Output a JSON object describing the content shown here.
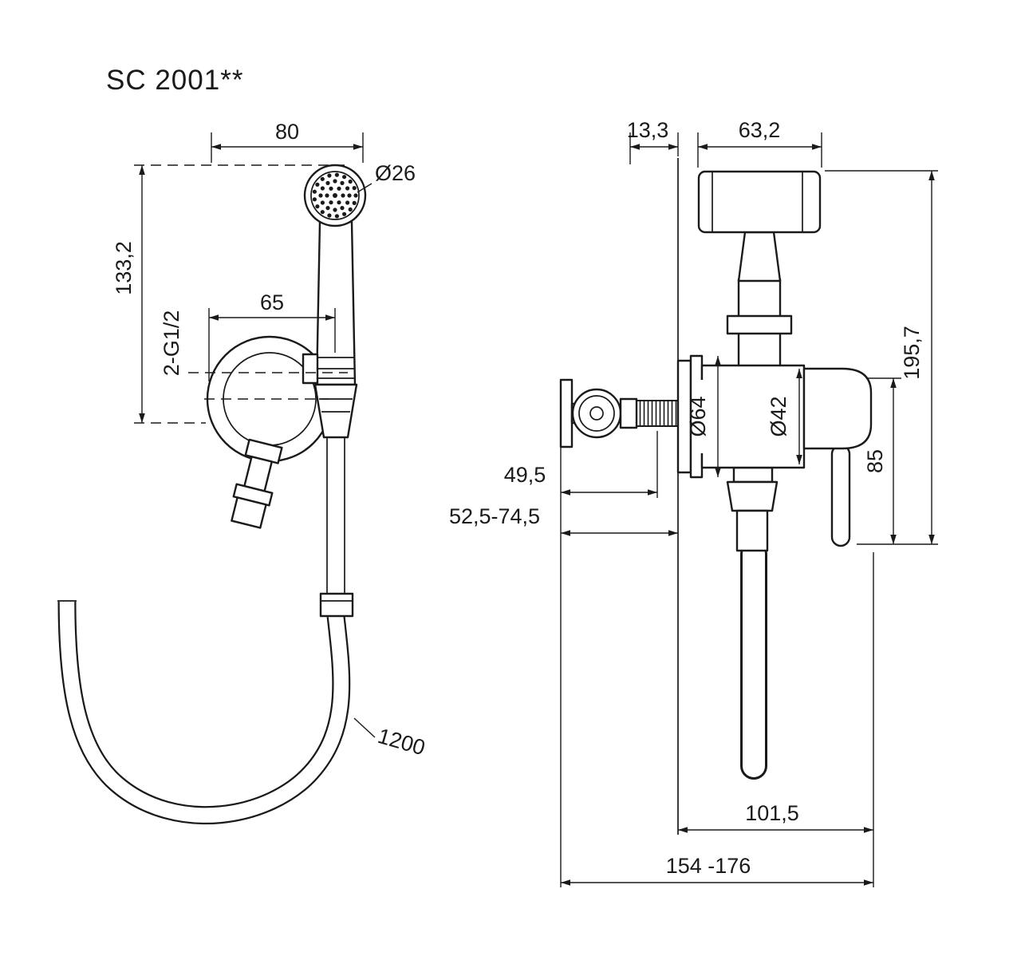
{
  "title": "SC 2001**",
  "front_view": {
    "dim_width": "80",
    "dim_head_diameter": "Ø26",
    "dim_height": "133,2",
    "dim_bracket_diameter": "65",
    "dim_thread": "2-G1/2",
    "dim_hose_length": "1200"
  },
  "side_view": {
    "dim_wall_offset": "13,3",
    "dim_head_depth": "63,2",
    "dim_total_height": "195,7",
    "dim_flange_diameter": "Ø64",
    "dim_body_diameter": "Ø42",
    "dim_lever_height": "85",
    "dim_inlet_depth": "49,5",
    "dim_inlet_range": "52,5-74,5",
    "dim_bottom_depth": "101,5",
    "dim_total_depth": "154 -176"
  },
  "colors": {
    "line": "#1a1a1a",
    "background": "#ffffff"
  }
}
